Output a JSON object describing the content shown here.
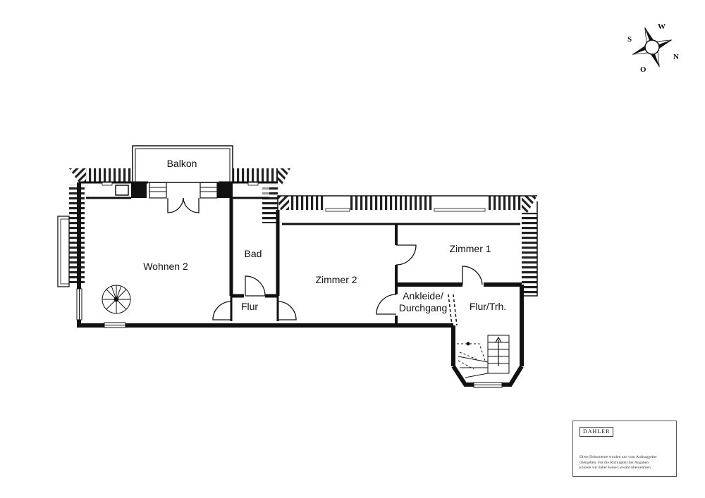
{
  "rooms": {
    "balkon": "Balkon",
    "wohnen": "Wohnen 2",
    "bad": "Bad",
    "flur": "Flur",
    "zimmer2": "Zimmer 2",
    "zimmer1": "Zimmer 1",
    "ankleide_line1": "Ankleide/",
    "ankleide_line2": "Durchgang",
    "flur_trh": "Flur/Trh."
  },
  "compass": {
    "n": "N",
    "s": "S",
    "w": "W",
    "o": "O"
  },
  "disclaimer": {
    "brand": "DAHLER",
    "line1": "Diese Dokumente wurden uns vom Auftraggeber",
    "line2": "übergeben. Für die Richtigkeit der Angaben",
    "line3": "können wir daher keine Gewähr übernehmen."
  }
}
